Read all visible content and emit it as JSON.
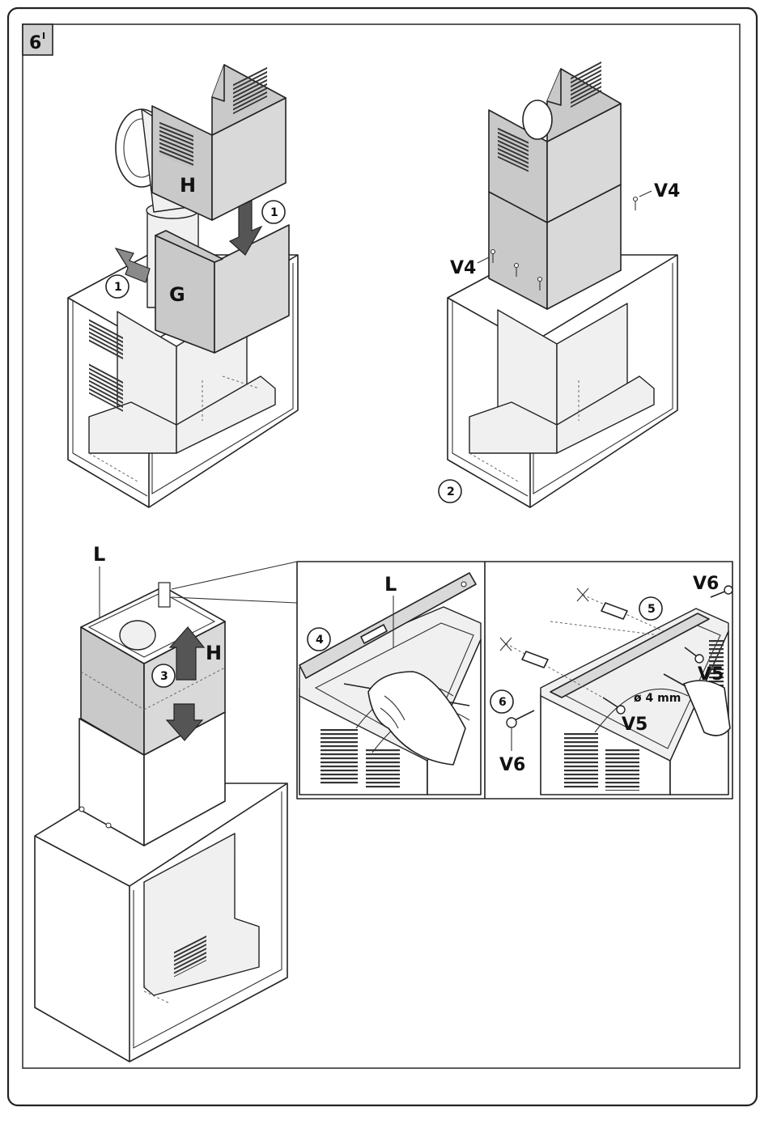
{
  "step_tag": {
    "number": "6",
    "superscript": "I"
  },
  "fig1": {
    "label_h": "H",
    "label_g": "G",
    "callout_top": "1",
    "callout_left": "1"
  },
  "fig2": {
    "label_v4_right": "V4",
    "label_v4_left": "V4",
    "callout": "2"
  },
  "fig3": {
    "label_l": "L",
    "label_h": "H",
    "callout": "3"
  },
  "detail4": {
    "label_l": "L",
    "callout": "4"
  },
  "detail56": {
    "callout_5": "5",
    "callout_6": "6",
    "label_v6_top": "V6",
    "label_v5_right": "V5",
    "label_v5_mid": "V5",
    "label_v6_bottom": "V6",
    "drill_size": "ø 4 mm"
  },
  "colors": {
    "panel_gray": "#c9c9c9",
    "line": "#222222",
    "tag_bg": "#d0d0d0"
  }
}
